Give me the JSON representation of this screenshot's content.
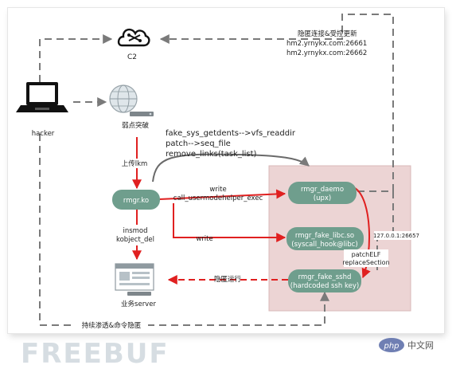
{
  "nodes": {
    "c2": "C2",
    "hacker": "hacker",
    "weak_point": "弱点突破",
    "rmgr_ko": "rmgr.ko",
    "rmgr_daemo": [
      "rmgr_daemo",
      "(upx)"
    ],
    "rmgr_fake_libc": [
      "rmgr_fake_libc.so",
      "(syscall_hook@libc)"
    ],
    "rmgr_fake_sshd": [
      "rmgr_fake_sshd",
      "(hardcoded ssh key)"
    ],
    "business_server": "业务server"
  },
  "labels": {
    "hidden_connection": [
      "隐匿连接&受控更新",
      "hm2.yrnykx.com:26661",
      "hm2.yrnykx.com:26662"
    ],
    "kernel_hooks": [
      "fake_sys_getdents-->vfs_readdir",
      "patch-->seq_file",
      "remove_links(task_list)"
    ],
    "upload_lkm": "上传lkm",
    "write_call": [
      "write",
      "call_usermodehelper_exec"
    ],
    "write2": "write",
    "insmod": [
      "insmod",
      "kobject_del"
    ],
    "local_addr": "127.0.0.1:26657",
    "patchelf": [
      "patchELF",
      "replaceSection"
    ],
    "hidden_run": "隐匿运行",
    "persistent": "持续渗透&命令隐匿"
  },
  "watermark": {
    "freebuf": "FREEBUF",
    "php": "php",
    "site": "中文网"
  },
  "colors": {
    "node_green": "#6f9e8d",
    "hidden_box": "#ecd4d4",
    "red_arrow": "#e02020",
    "dashed_gray": "#7a7a7a"
  }
}
